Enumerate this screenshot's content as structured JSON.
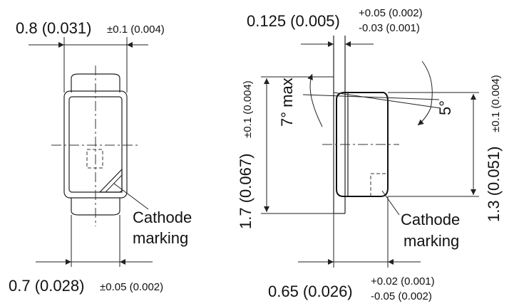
{
  "left_view": {
    "top_dim": {
      "value": "0.8 (0.031)",
      "tol": "±0.1 (0.004)"
    },
    "bottom_dim": {
      "value": "0.7 (0.028)",
      "tol": "±0.05 (0.002)"
    },
    "callout": {
      "line1": "Cathode",
      "line2": "marking"
    }
  },
  "right_view": {
    "top_dim": {
      "value": "0.125 (0.005)",
      "tol_plus": "+0.05 (0.002)",
      "tol_minus": "-0.03 (0.001)"
    },
    "bottom_dim": {
      "value": "0.65 (0.026)",
      "tol_plus": "+0.02 (0.001)",
      "tol_minus": "-0.05 (0.002)"
    },
    "left_vertical_dim": {
      "value": "1.7 (0.067)",
      "tol": "±0.1 (0.004)"
    },
    "right_vertical_dim": {
      "value": "1.3 (0.051)",
      "tol": "±0.1 (0.004)"
    },
    "angle_left": "7° max",
    "angle_right": "5°",
    "callout": {
      "line1": "Cathode",
      "line2": "marking"
    }
  },
  "colors": {
    "line": "#222222",
    "text": "#111111",
    "background": "#ffffff"
  }
}
